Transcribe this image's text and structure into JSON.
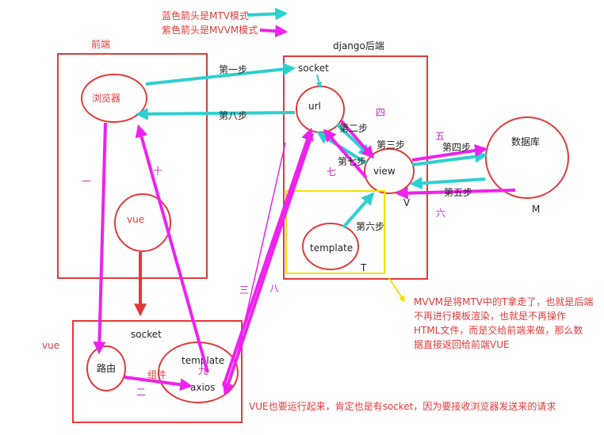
{
  "colors": {
    "red": "#e23a3a",
    "cyan": "#2ecfd0",
    "magenta": "#ee22ee",
    "yellow": "#f0e000",
    "purple_text": "#cc22cc"
  },
  "legend": {
    "blue_arrow": "蓝色箭头是MTV模式",
    "purple_arrow": "紫色箭头是MVVM模式"
  },
  "frontend": {
    "title": "前端",
    "browser": "浏览器",
    "vue": "vue"
  },
  "django": {
    "title": "django后端",
    "socket": "socket",
    "url": "url",
    "view": "view",
    "template": "template",
    "label_v": "V",
    "label_t": "T"
  },
  "database": {
    "label": "数据库",
    "label_m": "M"
  },
  "vue_box": {
    "side_label": "vue",
    "socket": "socket",
    "router": "路由",
    "component": "组件",
    "template": "template",
    "axios": "axios"
  },
  "mtv_steps": {
    "s1": "第一步",
    "s2": "第二步",
    "s3": "第三步",
    "s4": "第四步",
    "s5": "第五步",
    "s6": "第六步",
    "s7": "第七步",
    "s8": "第八步"
  },
  "mvvm_steps": {
    "one": "一",
    "two": "二",
    "three": "三",
    "four": "四",
    "five": "五",
    "six": "六",
    "seven": "七",
    "eight": "八",
    "nine": "九",
    "ten": "十"
  },
  "notes": {
    "mvvm_note": [
      "MVVM是将MTV中的T拿走了，也就是后端",
      "不再进行模板渲染，也就是不再操作",
      "HTML文件，而是交给前端来做，那么数",
      "据直接返回给前端VUE"
    ],
    "vue_note": "VUE也要运行起来，肯定也是有socket，因为要接收浏览器发送来的请求"
  }
}
